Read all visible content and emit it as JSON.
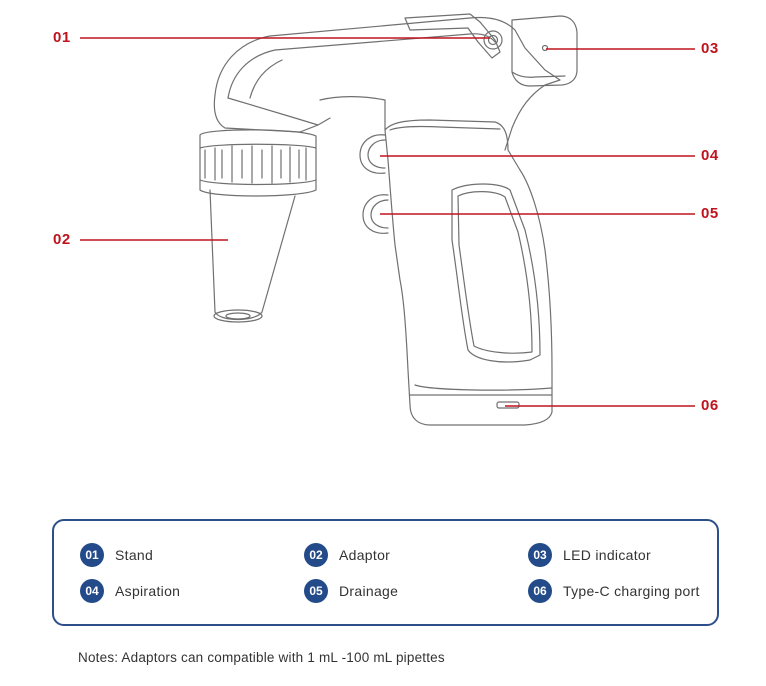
{
  "callouts": [
    {
      "num": "01"
    },
    {
      "num": "02"
    },
    {
      "num": "03"
    },
    {
      "num": "04"
    },
    {
      "num": "05"
    },
    {
      "num": "06"
    }
  ],
  "legend": [
    {
      "num": "01",
      "label": "Stand"
    },
    {
      "num": "02",
      "label": "Adaptor"
    },
    {
      "num": "03",
      "label": "LED indicator"
    },
    {
      "num": "04",
      "label": "Aspiration"
    },
    {
      "num": "05",
      "label": "Drainage"
    },
    {
      "num": "06",
      "label": "Type-C charging port"
    }
  ],
  "notes": "Notes: Adaptors can compatible with 1 mL -100 mL pipettes",
  "colors": {
    "callout": "#c0131e",
    "badge": "#234b8a",
    "border": "#2c4f8c",
    "line_art": "#6e6e6e"
  }
}
